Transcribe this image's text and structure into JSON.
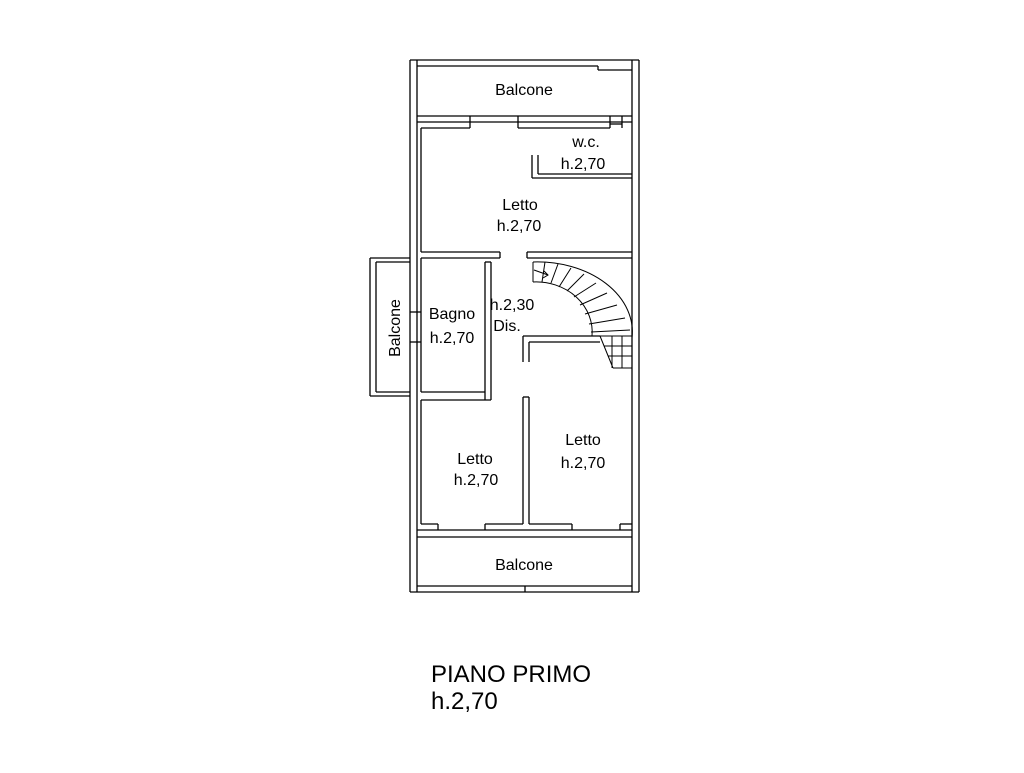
{
  "plan": {
    "title": "PIANO PRIMO",
    "title_height": "h.2,70",
    "line_color": "#000000",
    "background": "#ffffff"
  },
  "rooms": {
    "balcone_top": "Balcone",
    "wc_name": "w.c.",
    "wc_height": "h.2,70",
    "letto_top_name": "Letto",
    "letto_top_height": "h.2,70",
    "bagno_name": "Bagno",
    "bagno_height": "h.2,70",
    "dis_height": "h.2,30",
    "dis_name": "Dis.",
    "balcone_side": "Balcone",
    "letto_left_name": "Letto",
    "letto_left_height": "h.2,70",
    "letto_right_name": "Letto",
    "letto_right_height": "h.2,70",
    "balcone_bottom": "Balcone"
  }
}
